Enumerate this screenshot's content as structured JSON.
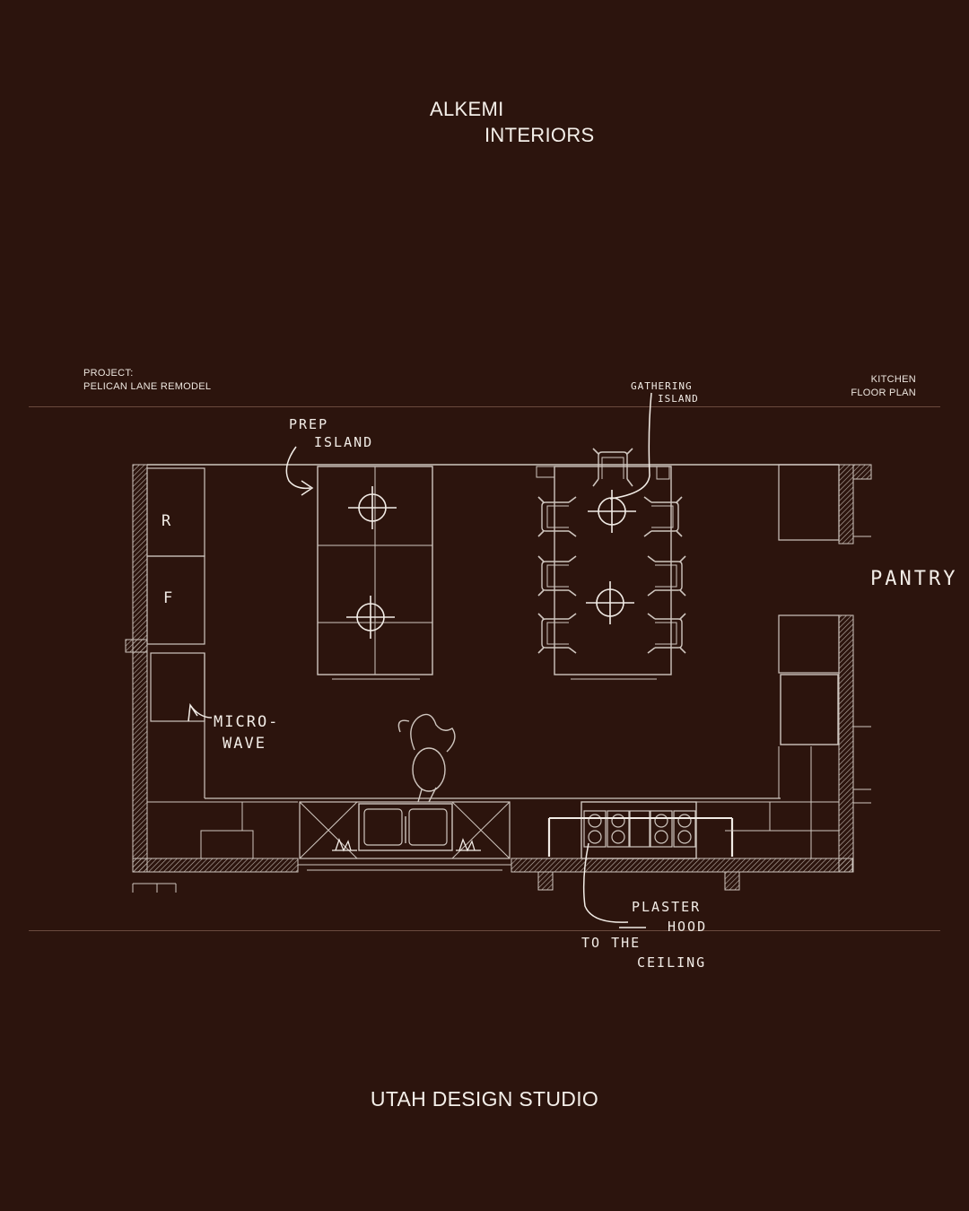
{
  "brand": {
    "line1": "ALKEMI",
    "line2": "INTERIORS"
  },
  "project": {
    "label": "PROJECT:",
    "name": "PELICAN LANE REMODEL"
  },
  "sheet": {
    "line1": "KITCHEN",
    "line2": "FLOOR PLAN"
  },
  "annotations": {
    "gathering_1": "GATHERING",
    "gathering_2": "ISLAND",
    "prep_1": "PREP",
    "prep_2": "ISLAND",
    "pantry": "PANTRY",
    "micro_1": "MICRO-",
    "micro_2": "WAVE",
    "fridge_r": "R",
    "fridge_f": "F",
    "hood_1": "PLASTER",
    "hood_2": "HOOD",
    "hood_3": "TO THE",
    "hood_4": "CEILING"
  },
  "footer": "UTAH DESIGN STUDIO",
  "colors": {
    "background": "#2c140d",
    "line": "#cfc6bf",
    "text": "#f2ece6"
  }
}
